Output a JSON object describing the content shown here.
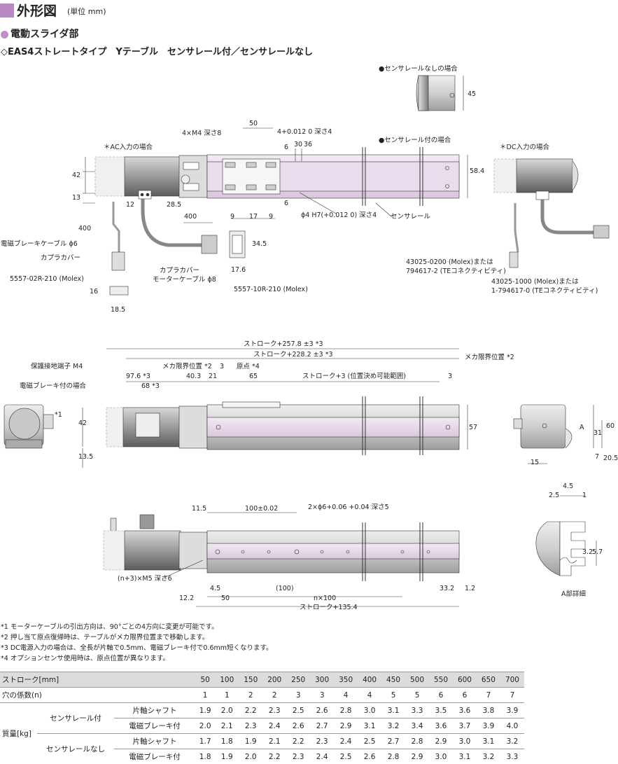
{
  "header": {
    "title": "外形図",
    "unit": "(単位 mm)"
  },
  "section": "電動スライダ部",
  "subtitle": "◇EAS4ストレートタイプ　Yテーブル　センサレール付／センサレールなし",
  "labels": {
    "no_rail": "●センサレールなしの場合",
    "with_rail": "●センサレール付の場合",
    "ac_in": "＊AC入力の場合",
    "dc_in": "＊DC入力の場合",
    "m4": "4×M4 深さ8",
    "d50": "50",
    "tol_4": "4+0.012 0 深さ4",
    "d6a": "6",
    "d30": "30",
    "d36": "36",
    "d6b": "6",
    "d42a": "42",
    "d13": "13",
    "d12": "12",
    "d28_5": "28.5",
    "d400a": "400",
    "d400b": "400",
    "d9a": "9",
    "d17": "17",
    "d9b": "9",
    "phi4": "ϕ4 H7(+0.012 0) 深さ4",
    "sensor_rail": "センサレール",
    "d45": "45",
    "d58_4": "58.4",
    "d34_5": "34.5",
    "d17_6": "17.6",
    "brake_cable": "電磁ブレーキケーブル ϕ6",
    "coupler_a": "カプラカバー",
    "conn_a": "5557-02R-210 (Molex)",
    "coupler_b": "カプラカバー",
    "motor_cable": "モーターケーブル ϕ8",
    "conn_b": "5557-10R-210 (Molex)",
    "d16": "16",
    "d18_5": "18.5",
    "molex_a1": "43025-0200 (Molex)または",
    "molex_a2": "794617-2 (TEコネクティビティ)",
    "molex_b1": "43025-1000 (Molex)または",
    "molex_b2": "1-794617-0 (TEコネクティビティ)",
    "stroke257": "ストローク+257.8 ±3 *3",
    "stroke228": "ストローク+228.2 ±3 *3",
    "mech_limit_r": "メカ限界位置 *2",
    "ground": "保護接地端子 M4",
    "brake_case": "電磁ブレーキ付の場合",
    "d97_6": "97.6 *3",
    "d68": "68 *3",
    "mech_limit_l": "メカ限界位置 *2",
    "d3a": "3",
    "d40_3": "40.3",
    "d21": "21",
    "origin": "原点 *4",
    "d65": "65",
    "stroke3": "ストローク+3 (位置決め可能範囲)",
    "d3b": "3",
    "d42b": "42",
    "d13_5": "13.5",
    "d57": "57",
    "star1": "*1",
    "d60": "60",
    "d31": "31",
    "d7": "7",
    "d20_5": "20.5",
    "d15": "15",
    "mark_a": "A",
    "d4_5a": "4.5",
    "d2_5": "2.5",
    "d1": "1",
    "d3_2": "3.2",
    "d5_7": "5.7",
    "detail_a": "A部詳細",
    "d11_5": "11.5",
    "d100tol": "100±0.02",
    "hole2": "2×ϕ6+0.06 +0.04 深さ5",
    "m5": "(n+3)×M5 深さ6",
    "d4_5b": "4.5",
    "d12_2": "12.2",
    "d50b": "50",
    "d100p": "(100)",
    "nx100": "n×100",
    "d33_2": "33.2",
    "d1_2": "1.2",
    "stroke135": "ストローク+135.4"
  },
  "notes": [
    "*1 モーターケーブルの引出方向は、90°ごとの4方向に変更が可能です。",
    "*2 押し当て原点復帰時は、テーブルがメカ限界位置まで移動します。",
    "*3 DC電源入力の場合は、全長が片軸で0.5mm、電磁ブレーキ付で0.6mm短くなります。",
    "*4 オプションセンサ使用時は、原点位置が異なります。"
  ],
  "table": {
    "stroke_label": "ストローク[mm]",
    "strokes": [
      "50",
      "100",
      "150",
      "200",
      "250",
      "300",
      "350",
      "400",
      "450",
      "500",
      "550",
      "600",
      "650",
      "700"
    ],
    "hole_label": "穴の係数(n)",
    "holes": [
      "1",
      "1",
      "2",
      "2",
      "3",
      "3",
      "4",
      "4",
      "5",
      "5",
      "6",
      "6",
      "7",
      "7"
    ],
    "mass_label": "質量[kg]",
    "groups": [
      {
        "name": "センサレール付",
        "rows": [
          {
            "name": "片軸シャフト",
            "values": [
              "1.9",
              "2.0",
              "2.2",
              "2.3",
              "2.5",
              "2.6",
              "2.8",
              "3.0",
              "3.1",
              "3.3",
              "3.5",
              "3.6",
              "3.8",
              "3.9"
            ]
          },
          {
            "name": "電磁ブレーキ付",
            "values": [
              "2.0",
              "2.1",
              "2.3",
              "2.4",
              "2.6",
              "2.7",
              "2.9",
              "3.1",
              "3.2",
              "3.4",
              "3.6",
              "3.7",
              "3.9",
              "4.0"
            ]
          }
        ]
      },
      {
        "name": "センサレールなし",
        "rows": [
          {
            "name": "片軸シャフト",
            "values": [
              "1.7",
              "1.8",
              "1.9",
              "2.1",
              "2.2",
              "2.3",
              "2.4",
              "2.5",
              "2.7",
              "2.8",
              "2.9",
              "3.0",
              "3.1",
              "3.2"
            ]
          },
          {
            "name": "電磁ブレーキ付",
            "values": [
              "1.8",
              "1.9",
              "2.0",
              "2.2",
              "2.3",
              "2.4",
              "2.5",
              "2.6",
              "2.8",
              "2.9",
              "3.0",
              "3.1",
              "3.2",
              "3.3"
            ]
          }
        ]
      }
    ]
  }
}
